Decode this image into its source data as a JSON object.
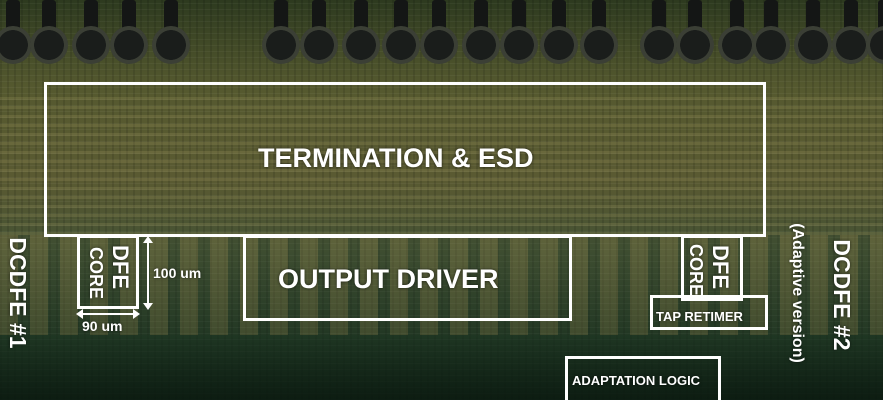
{
  "labels": {
    "termination": "TERMINATION & ESD",
    "output_driver": "OUTPUT DRIVER",
    "dfe_core_left_line1": "DFE",
    "dfe_core_left_line2": "CORE",
    "dfe_core_right_line1": "DFE",
    "dfe_core_right_line2": "CORE",
    "tap_retimer": "TAP RETIMER",
    "adaptation_logic": "ADAPTATION LOGIC",
    "dim_height": "100 um",
    "dim_width": "90 um",
    "dcdfe1": "DCDFE #1",
    "dcdfe2": "DCDFE #2",
    "dcdfe2_sub": "(Adaptive version)"
  },
  "colors": {
    "outline": "#ffffff",
    "die_dark": "#1c2a1a",
    "die_gold": "#5a5a32"
  }
}
